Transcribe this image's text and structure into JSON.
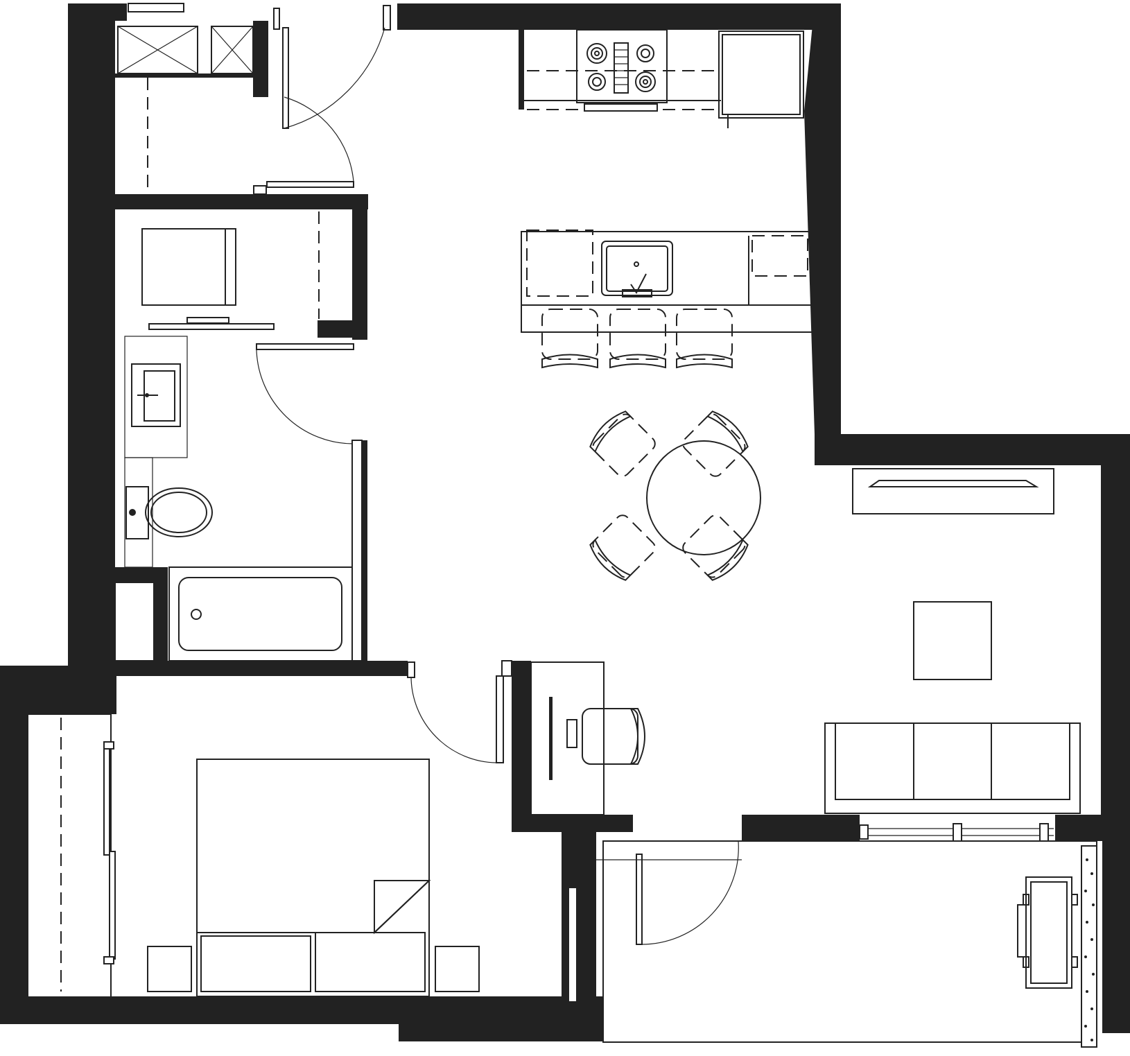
{
  "colors": {
    "wall": "#222222",
    "background": "#ffffff",
    "line": "#222222"
  },
  "rooms": [
    "entry-closet",
    "laundry-closet",
    "bathroom",
    "kitchen",
    "dining",
    "living",
    "bedroom",
    "bedroom-closet",
    "balcony",
    "den-desk"
  ]
}
